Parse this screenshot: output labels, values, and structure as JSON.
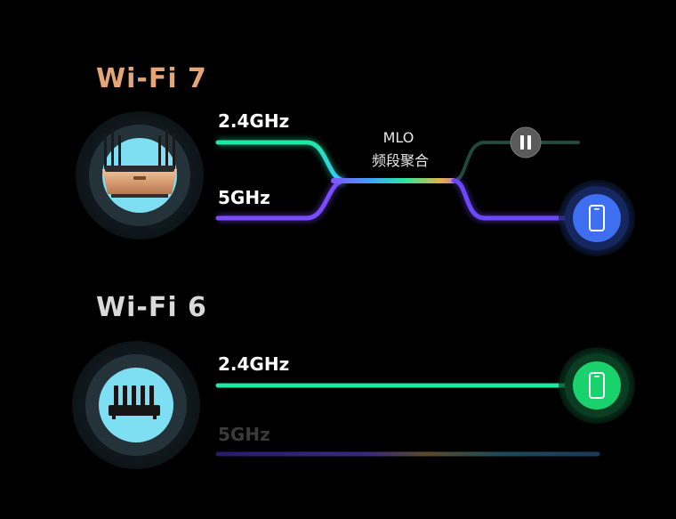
{
  "wifi7": {
    "title": "Wi-Fi 7",
    "band_24_label": "2.4GHz",
    "band_5_label": "5GHz",
    "mlo_title": "MLO",
    "mlo_subtitle": "频段聚合",
    "paused_link_status": "paused",
    "device_status": "connected"
  },
  "wifi6": {
    "title": "Wi-Fi 6",
    "band_24_label": "2.4GHz",
    "band_5_label": "5GHz",
    "band_24_status": "active",
    "band_5_status": "inactive",
    "device_status": "connected"
  },
  "colors": {
    "background": "#000000",
    "wifi7_title": "#e6a577",
    "wifi6_title": "#d9d9d9",
    "band_green": "#1de9a3",
    "band_cyan": "#35e3e6",
    "band_purple": "#7a4bff",
    "paused_line": "#1f4a3a",
    "device_blue": "#3d6ff0",
    "device_green": "#19d26e",
    "dim_label": "#3a3a3a"
  }
}
